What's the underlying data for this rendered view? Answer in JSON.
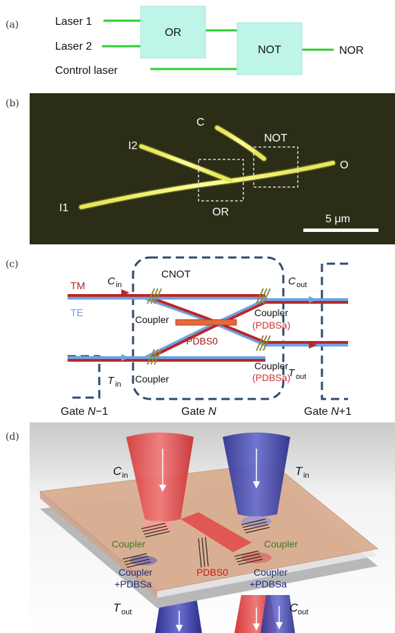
{
  "panels": {
    "a": {
      "label": "(a)",
      "inputs": [
        "Laser 1",
        "Laser 2",
        "Control laser"
      ],
      "gates": [
        "OR",
        "NOT"
      ],
      "output": "NOR",
      "colors": {
        "wire": "#2ecc2e",
        "gate_fill": "#bff5e8",
        "gate_stroke": "#9fe0d0"
      }
    },
    "b": {
      "label": "(b)",
      "labels": {
        "i1": "I1",
        "i2": "I2",
        "c": "C",
        "o": "O",
        "or": "OR",
        "not": "NOT"
      },
      "scale_bar": "5 μm",
      "colors": {
        "background": "#2b2d17",
        "waveguide": "#e8e85a"
      }
    },
    "c": {
      "label": "(c)",
      "block_title": "CNOT",
      "legend": {
        "tm": "TM",
        "te": "TE"
      },
      "cin": {
        "main": "C",
        "sub": "in"
      },
      "tin": {
        "main": "T",
        "sub": "in"
      },
      "cout": {
        "main": "C",
        "sub": "out"
      },
      "tout": {
        "main": "T",
        "sub": "out"
      },
      "couplers": [
        "Coupler",
        "Coupler",
        "Coupler",
        "Coupler"
      ],
      "pdbsa_top": "(PDBSa)",
      "pdbsa_bottom": "(PDBSa)",
      "pdbs0": "PDBS0",
      "gates": [
        {
          "prefix": "Gate ",
          "n": "N",
          "suffix": "−1"
        },
        {
          "prefix": "Gate ",
          "n": "N",
          "suffix": ""
        },
        {
          "prefix": "Gate ",
          "n": "N",
          "suffix": "+1"
        }
      ],
      "colors": {
        "tm": "#b8282a",
        "te": "#6fa3e0",
        "dash": "#2e4a6b",
        "pdbs": "#c33"
      }
    },
    "d": {
      "label": "(d)",
      "cin": {
        "main": "C",
        "sub": "in"
      },
      "tin": {
        "main": "T",
        "sub": "in"
      },
      "tout": {
        "main": "T",
        "sub": "out"
      },
      "cout": {
        "main": "C",
        "sub": "out"
      },
      "coupler_left": "Coupler",
      "coupler_right": "Coupler",
      "pdbs0": "PDBS0",
      "coupler_pdbsa_left": [
        "Coupler",
        "+PDBSa"
      ],
      "coupler_pdbsa_right": [
        "Coupler",
        "+PDBSa"
      ],
      "colors": {
        "red_beam": "#e04848",
        "blue_beam": "#3a3fa8",
        "chip": "#d8a787",
        "green_text": "#3c7a1e",
        "red_text": "#c81818",
        "navy_text": "#1f2a7a"
      }
    }
  }
}
